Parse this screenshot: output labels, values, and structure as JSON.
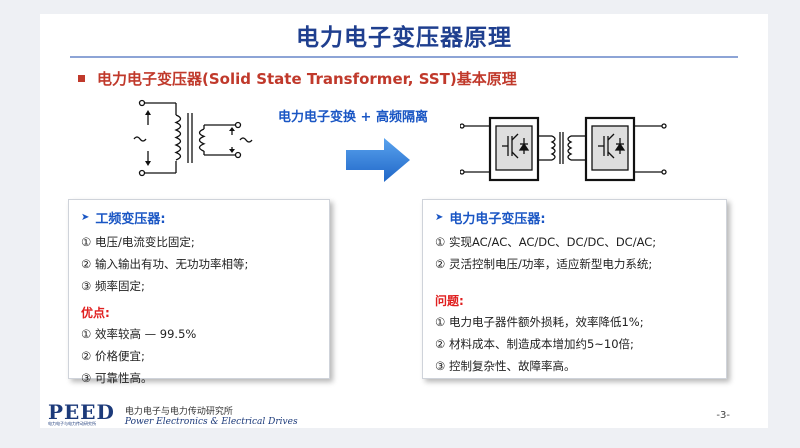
{
  "title": "电力电子变压器原理",
  "subtitle": "电力电子变压器(Solid State Transformer, SST)基本原理",
  "conversion_label": "电力电子变换 + 高频隔离",
  "left_box": {
    "heading": "工频变压器:",
    "items": [
      "① 电压/电流变比固定;",
      "② 输入输出有功、无功功率相等;",
      "③ 频率固定;"
    ],
    "adv_heading": "优点:",
    "adv_items": [
      "① 效率较高 — 99.5%",
      "② 价格便宜;",
      "③ 可靠性高。"
    ]
  },
  "right_box": {
    "heading": "电力电子变压器:",
    "items": [
      "① 实现AC/AC、AC/DC、DC/DC、DC/AC;",
      "② 灵活控制电压/功率，适应新型电力系统;"
    ],
    "issue_heading": "问题:",
    "issue_items": [
      "① 电力电子器件额外损耗，效率降低1%;",
      "② 材料成本、制造成本增加约5~10倍;",
      "③ 控制复杂性、故障率高。"
    ]
  },
  "footer": {
    "logo": "PEED",
    "logo_sub": "电力电子与电力传动研究所",
    "institute_cn": "电力电子与电力传动研究所",
    "institute_en": "Power Electronics & Electrical Drives"
  },
  "page_number": "-3-",
  "colors": {
    "title": "#1f3f8f",
    "subtitle": "#c0392b",
    "heading": "#1a56c4",
    "highlight": "#e02020",
    "arrow": "#2f7fd8"
  }
}
